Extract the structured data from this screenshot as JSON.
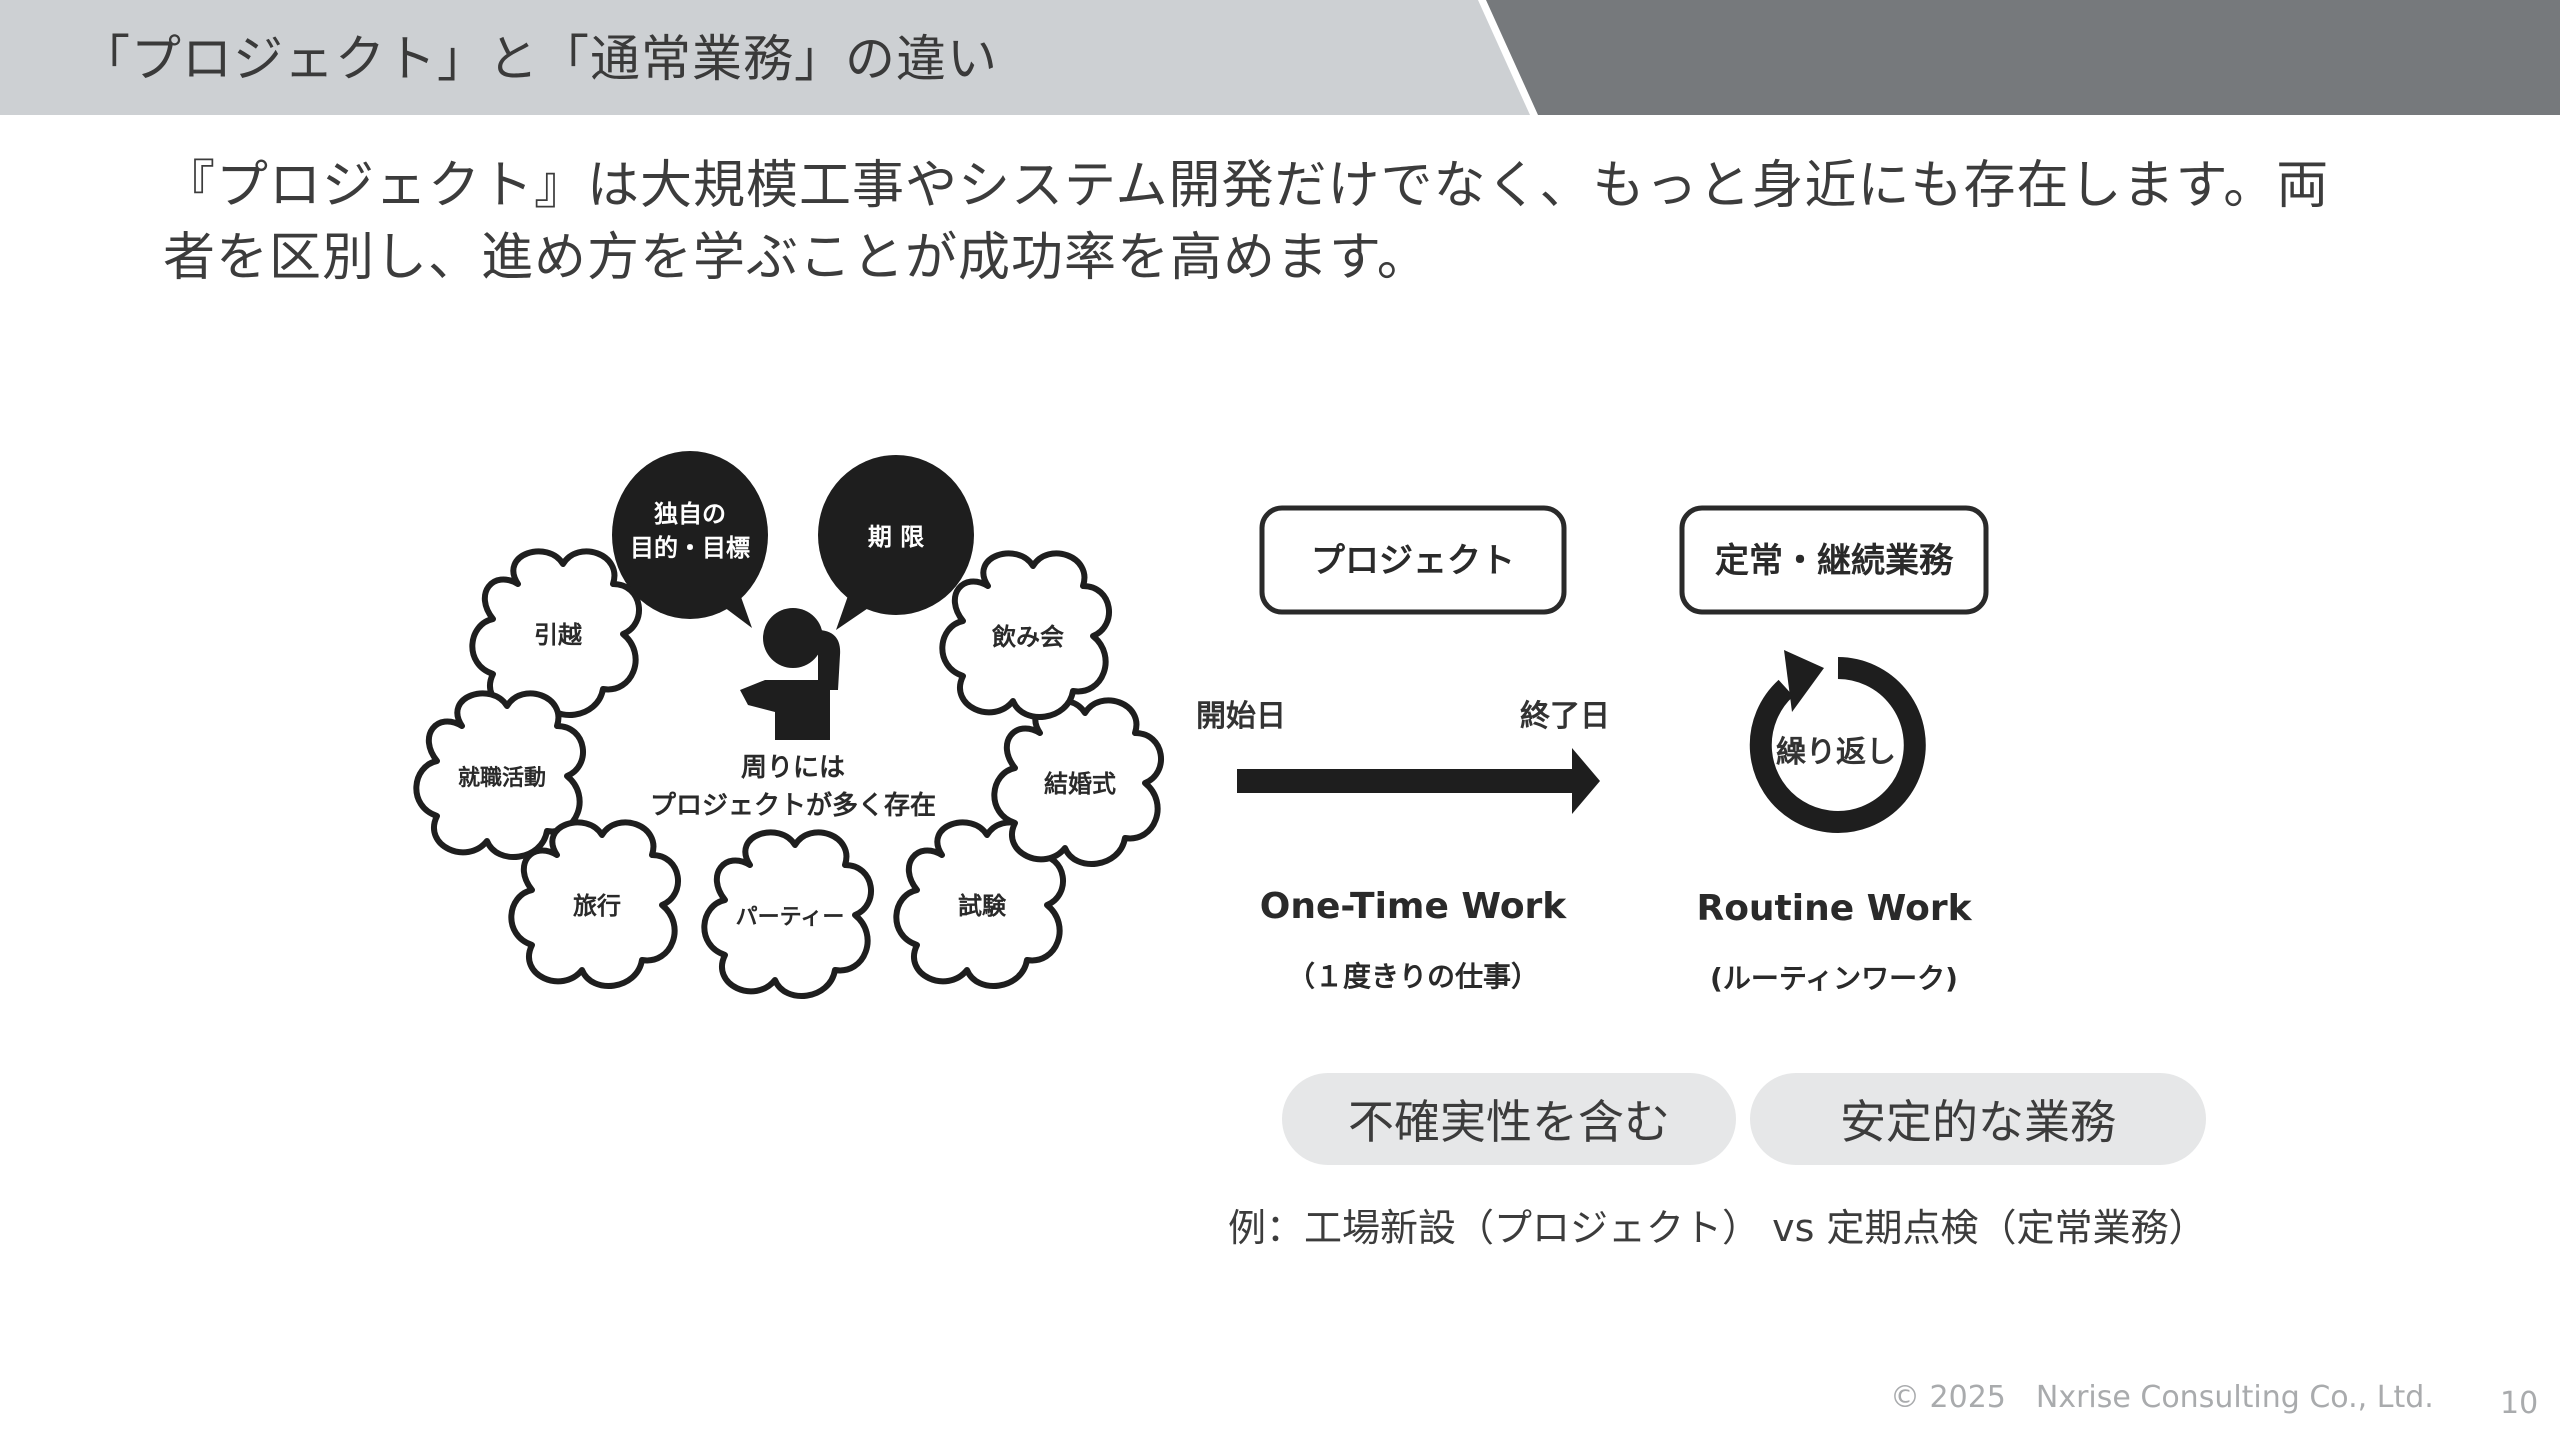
{
  "header": {
    "title": "「プロジェクト」と「通常業務」の違い",
    "colors": {
      "light_band": "#cdd0d3",
      "dark_band": "#76797c"
    }
  },
  "lead": {
    "line1": "『プロジェクト』は大規模工事やシステム開発だけでなく、もっと身近にも存在します。両",
    "line2": "者を区別し、進め方を学ぶことが成功率を高めます。"
  },
  "illustration_left": {
    "speech_bubbles": [
      {
        "line1": "独自の",
        "line2": "目的・目標"
      },
      {
        "line1": "期 限",
        "line2": ""
      }
    ],
    "center_caption": {
      "line1": "周りには",
      "line2": "プロジェクトが多く存在"
    },
    "clouds": [
      "引越",
      "就職活動",
      "旅行",
      "パーティー",
      "試験",
      "結婚式",
      "飲み会"
    ]
  },
  "illustration_right": {
    "project": {
      "box_label": "プロジェクト",
      "start_label": "開始日",
      "end_label": "終了日",
      "title_en": "One-Time Work",
      "subtitle_ja": "（１度きりの仕事）"
    },
    "routine": {
      "box_label": "定常・継続業務",
      "cycle_label": "繰り返し",
      "title_en": "Routine Work",
      "subtitle_ja": "(ルーティンワーク)"
    }
  },
  "pills": [
    {
      "label": "不確実性を含む"
    },
    {
      "label": "安定的な業務"
    }
  ],
  "example": "例：工場新設（プロジェクト） vs 定期点検（定常業務）",
  "footer": {
    "copyright": "© 2025",
    "company": "Nxrise Consulting Co., Ltd.",
    "page_number": "10"
  }
}
